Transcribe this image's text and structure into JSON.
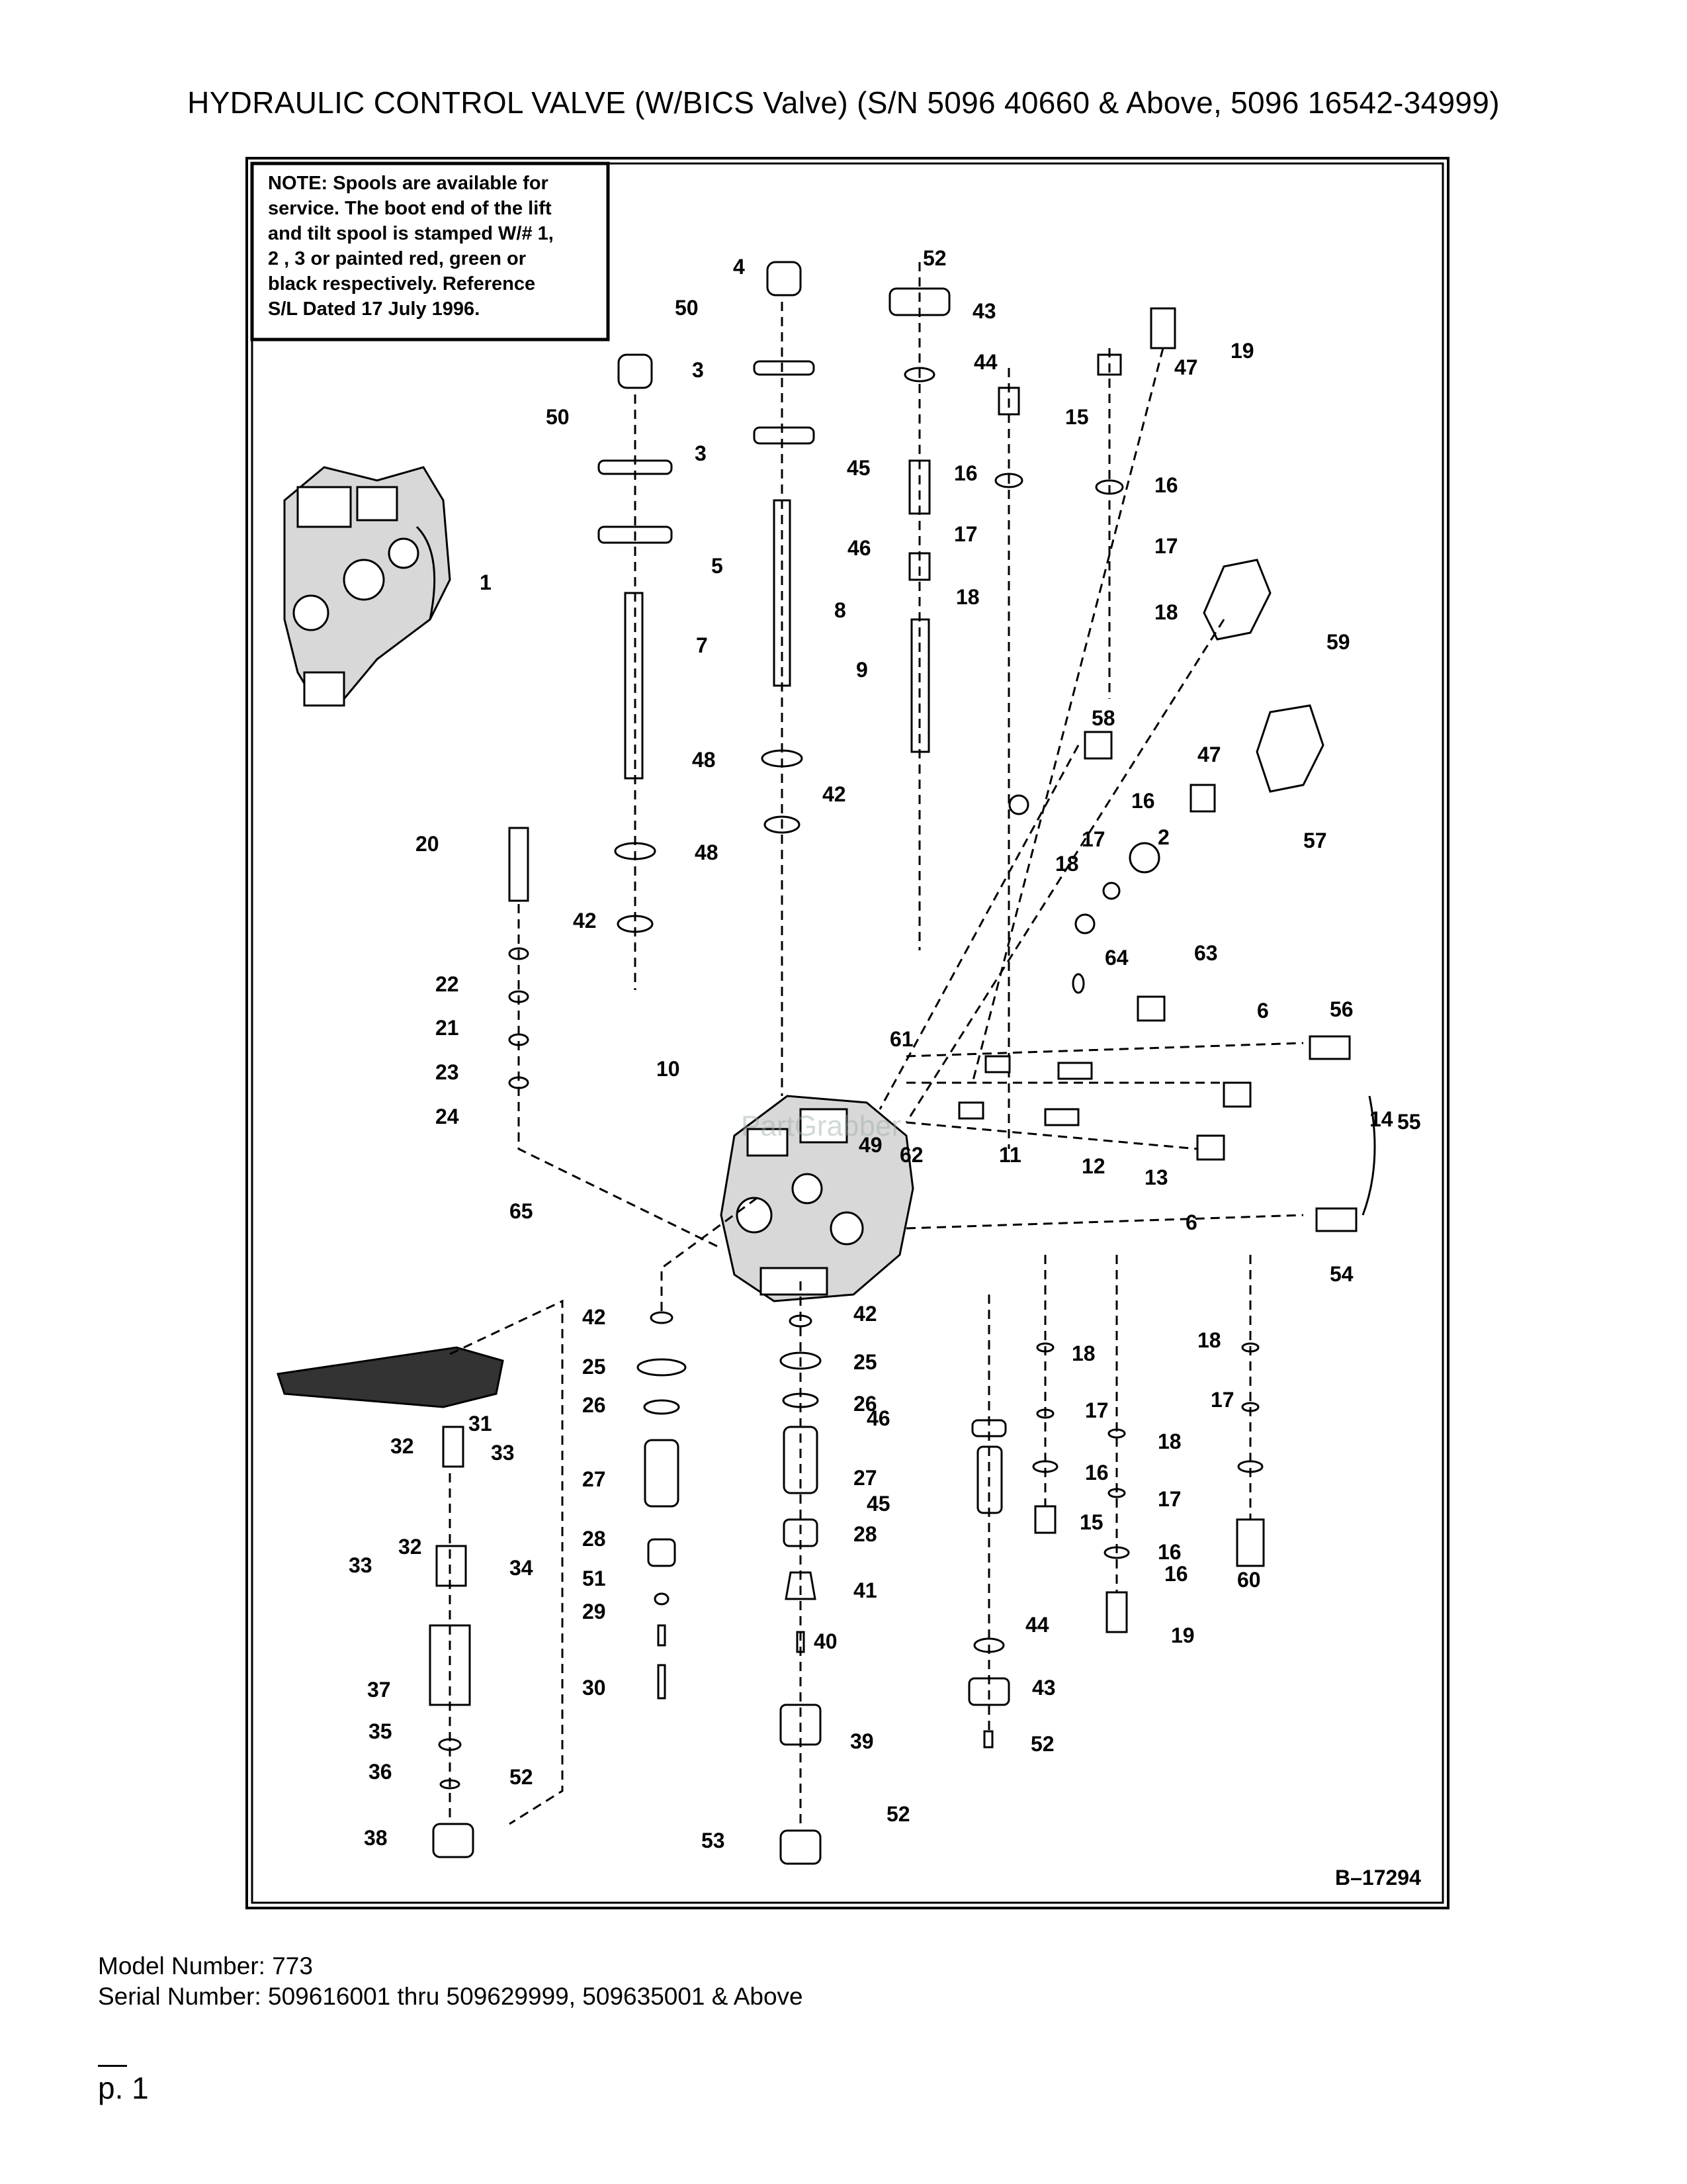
{
  "title": "HYDRAULIC CONTROL VALVE (W/BICS Valve) (S/N 5096 40660 & Above, 5096 16542-34999)",
  "diagram": {
    "note_lines": [
      "NOTE:  Spools are available for",
      "service.  The boot end of the lift",
      "and tilt spool is stamped W/# 1,",
      "2 , 3 or painted red, green or",
      "black respectively.   Reference",
      "S/L Dated 17 July 1996."
    ],
    "drawing_number": "B–17294",
    "watermark": "PartGrabber",
    "callouts": [
      "52",
      "43",
      "4",
      "50",
      "3",
      "44",
      "19",
      "47",
      "15",
      "50",
      "3",
      "45",
      "16",
      "16",
      "17",
      "17",
      "46",
      "5",
      "1",
      "18",
      "18",
      "8",
      "59",
      "7",
      "9",
      "58",
      "48",
      "47",
      "42",
      "16",
      "57",
      "20",
      "48",
      "17",
      "2",
      "18",
      "42",
      "64",
      "63",
      "22",
      "21",
      "6",
      "56",
      "61",
      "23",
      "10",
      "24",
      "14",
      "55",
      "49",
      "62",
      "11",
      "12",
      "13",
      "65",
      "6",
      "54",
      "42",
      "42",
      "25",
      "25",
      "18",
      "18",
      "26",
      "26",
      "17",
      "17",
      "31",
      "32",
      "33",
      "46",
      "18",
      "27",
      "27",
      "16",
      "45",
      "17",
      "16",
      "15",
      "28",
      "28",
      "32",
      "33",
      "34",
      "16",
      "60",
      "51",
      "41",
      "29",
      "44",
      "19",
      "40",
      "37",
      "30",
      "43",
      "35",
      "39",
      "52",
      "36",
      "52",
      "52",
      "38",
      "53"
    ]
  },
  "footer": {
    "model": "Model Number: 773",
    "serial": "Serial Number: 509616001 thru 509629999, 509635001 & Above"
  },
  "page_number": "p. 1"
}
